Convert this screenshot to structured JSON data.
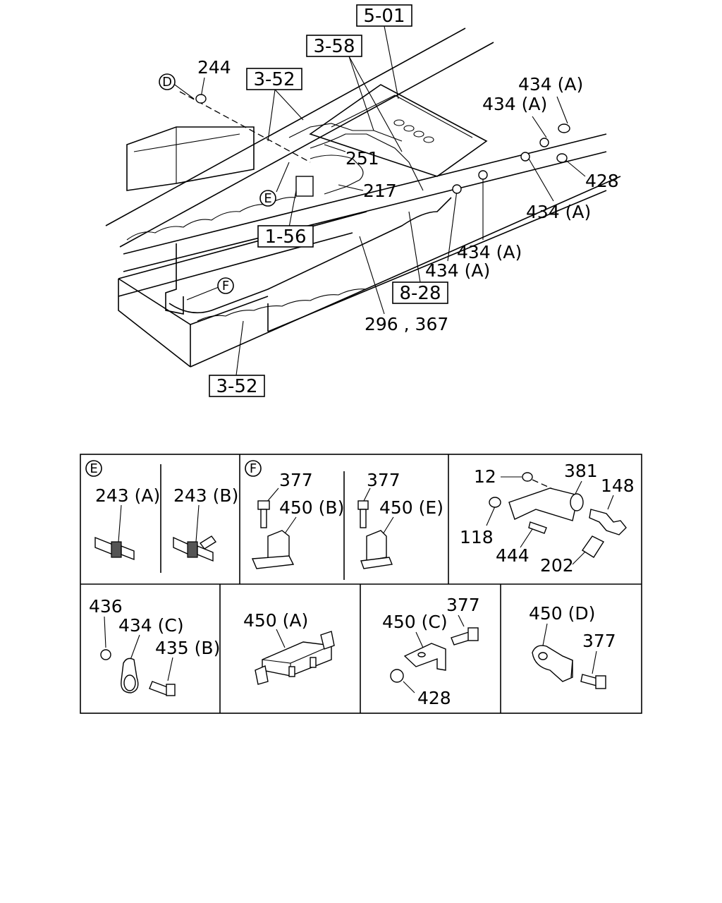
{
  "main_diagram": {
    "ref_boxes": {
      "r501": "5-01",
      "r358": "3-58",
      "r352_top": "3-52",
      "r156": "1-56",
      "r828": "8-28",
      "r352_bottom": "3-52"
    },
    "callouts": {
      "c244": "244",
      "c251": "251",
      "c217": "217",
      "c434a_1": "434 (A)",
      "c434a_2": "434 (A)",
      "c428": "428",
      "c434a_3": "434 (A)",
      "c434a_4": "434 (A)",
      "c434a_5": "434 (A)",
      "c296": "296 , 367"
    },
    "circle_markers": {
      "d": "D",
      "e": "E",
      "f": "F"
    }
  },
  "detail_panels": {
    "e_panel": {
      "marker": "E",
      "c243a": "243 (A)",
      "c243b": "243 (B)"
    },
    "f_panel": {
      "marker": "F",
      "c377_left": "377",
      "c450b": "450 (B)",
      "c377_right": "377",
      "c450e": "450 (E)"
    },
    "bracket_panel": {
      "c12": "12",
      "c381": "381",
      "c148": "148",
      "c118": "118",
      "c444": "444",
      "c202": "202"
    },
    "clip_panel": {
      "c436": "436",
      "c434c": "434 (C)",
      "c435b": "435 (B)"
    },
    "p450a_panel": {
      "c450a": "450 (A)"
    },
    "p450c_panel": {
      "c377": "377",
      "c450c": "450 (C)",
      "c428": "428"
    },
    "p450d_panel": {
      "c450d": "450 (D)",
      "c377": "377"
    }
  }
}
